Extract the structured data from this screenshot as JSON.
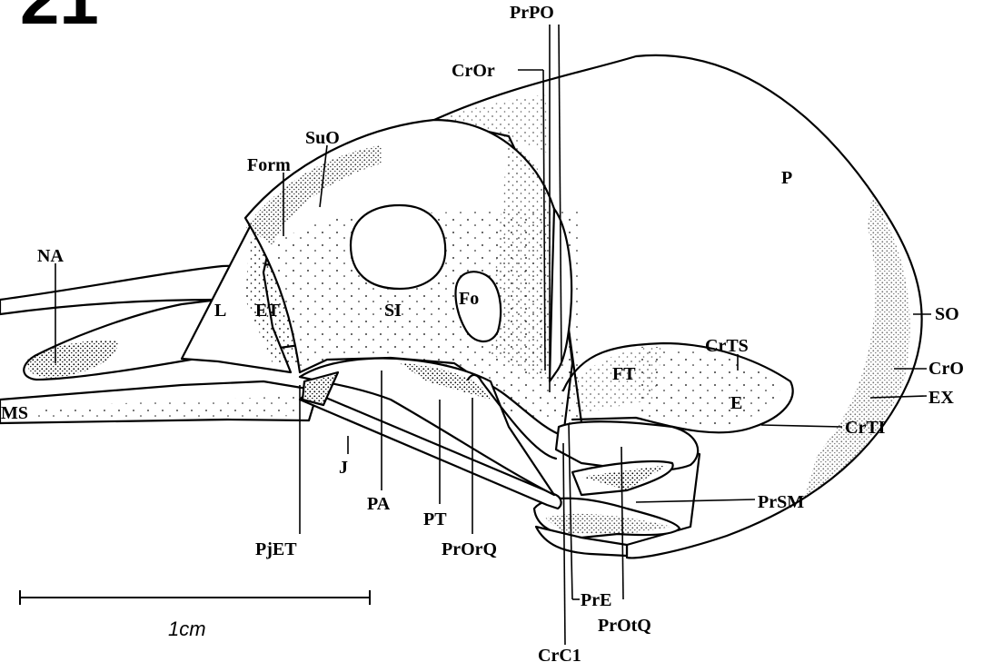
{
  "figure": {
    "number": "21"
  },
  "scale_bar": {
    "label": "1cm"
  },
  "labels": {
    "PrPO": "PrPO",
    "CrOr": "CrOr",
    "SuO": "SuO",
    "Form": "Form",
    "P": "P",
    "NA": "NA",
    "L": "L",
    "ET": "ET",
    "SI": "SI",
    "Fo": "Fo",
    "SO": "SO",
    "CrTS": "CrTS",
    "FT": "FT",
    "CrO": "CrO",
    "MS": "MS",
    "E": "E",
    "EX": "EX",
    "CrTI": "CrTI",
    "J": "J",
    "PA": "PA",
    "PT": "PT",
    "PrSM": "PrSM",
    "PjET": "PjET",
    "PrOrQ": "PrOrQ",
    "PrE": "PrE",
    "PrOtQ": "PrOtQ",
    "CrC1": "CrC1"
  }
}
